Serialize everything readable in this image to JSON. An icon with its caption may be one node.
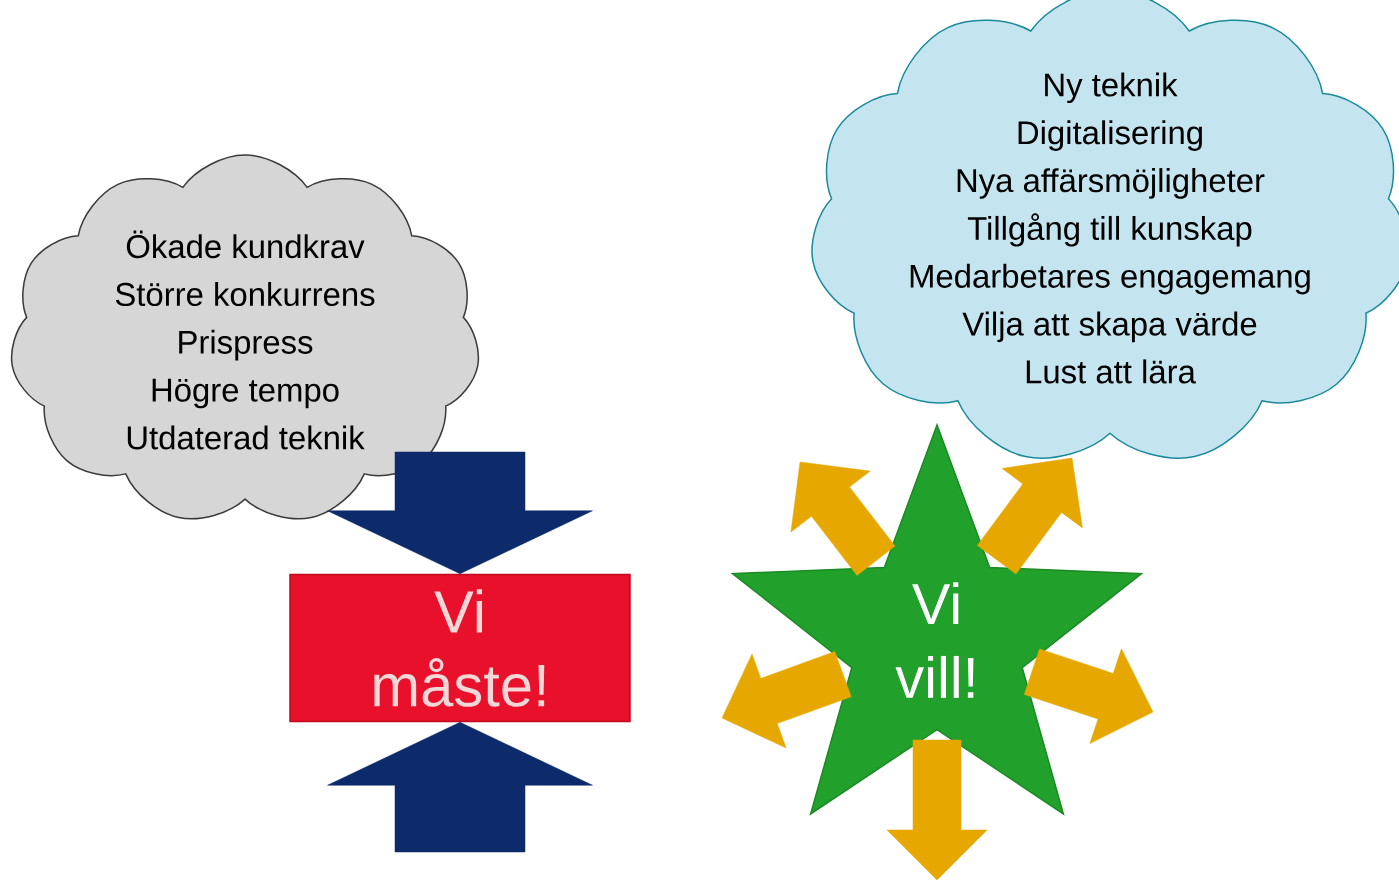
{
  "diagram": {
    "nodes": [
      {
        "text": [
          "Ökade kundkrav",
          "Större konkurrens",
          "Prispress",
          "Högre tempo",
          "Utdaterad teknik"
        ]
      },
      {
        "text": [
          "Ny teknik",
          "Digitalisering",
          "Nya affärsmöjligheter",
          "Tillgång till kunskap",
          "Medarbetares engagemang",
          "Vilja att skapa värde",
          "Lust att lära"
        ]
      },
      {
        "text": [
          "Vi måste!"
        ]
      },
      {
        "text": [
          "Vi vill!"
        ]
      }
    ],
    "edges": [
      {
        "from": 0,
        "to": 2,
        "arrow": "to",
        "color": "#0d2a6b"
      },
      {
        "from": null,
        "to": 2,
        "arrow": "to",
        "color": "#0d2a6b"
      },
      {
        "from": 3,
        "to": null,
        "arrow": "to"
      },
      {
        "from": 3,
        "to": 1,
        "arrow": "to"
      },
      {
        "from": 3,
        "to": null,
        "arrow": "to"
      },
      {
        "from": 3,
        "to": null,
        "arrow": "to"
      },
      {
        "from": 3,
        "to": null,
        "arrow": "to"
      }
    ]
  }
}
